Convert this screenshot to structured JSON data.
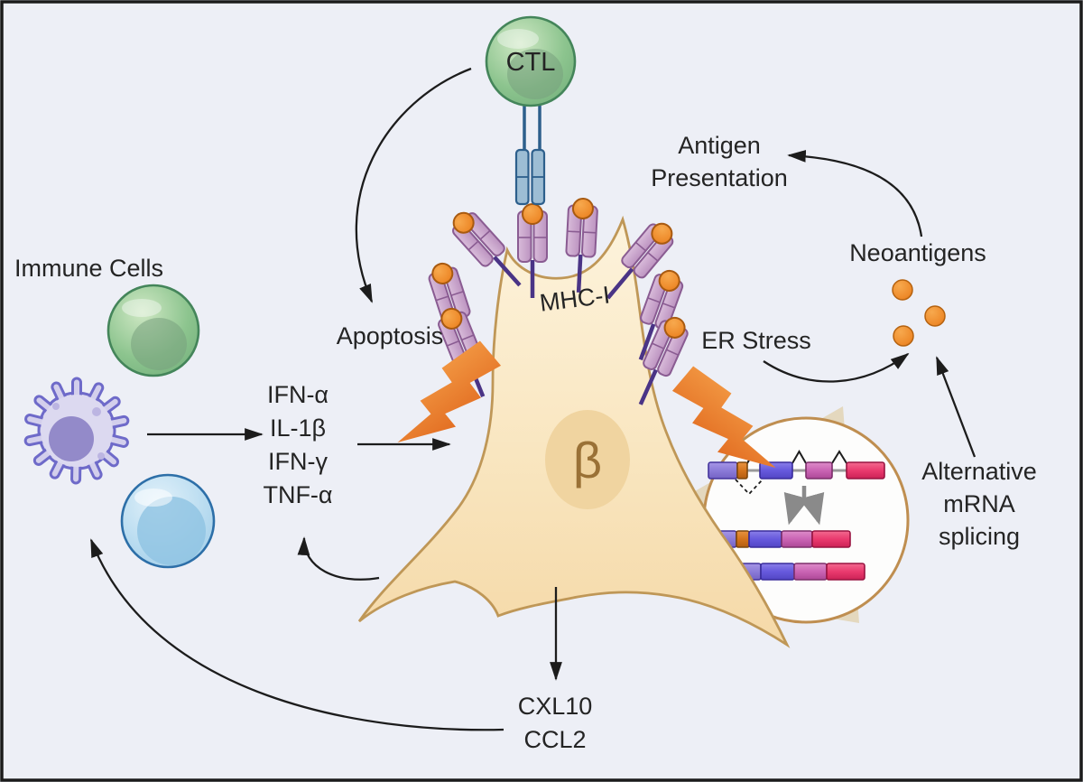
{
  "figure": {
    "background": "#edeff6",
    "frame_color": "#1b1b1b"
  },
  "labels": {
    "ctl": "CTL",
    "immune_cells": "Immune Cells",
    "apoptosis": "Apoptosis",
    "mhc1": "MHC-I",
    "er_stress": "ER Stress",
    "neoantigens": "Neoantigens",
    "antigen_presentation": [
      "Antigen",
      "Presentation"
    ],
    "alternative_splicing": [
      "Alternative",
      "mRNA",
      "splicing"
    ],
    "cytokines": [
      "IFN-α",
      "IL-1β",
      "IFN-γ",
      "TNF-α"
    ],
    "chemokines": [
      "CXL10",
      "CCL2"
    ],
    "beta_cell": "β"
  },
  "icons": {
    "ctl-cell-icon": "green lymphocyte sphere",
    "green-lymphocyte-icon": "green immune cell sphere",
    "macrophage-icon": "purple spiky antigen presenting cell",
    "blue-lymphocyte-icon": "blue immune cell sphere",
    "tcr-icon": "blue T-cell receptor",
    "mhc-i-complex-icon": "mauve MHC-I with orange peptide",
    "stress-bolt-icon": "orange lightning bolt",
    "neoantigen-dot-icon": "orange peptide dot",
    "splicing-inset-icon": "exon/intron splicing magnifier circle"
  },
  "colors": {
    "beta_cell_fill": "#f9e6c0",
    "beta_cell_membrane": "#bf9757",
    "nucleus_fill": "#f0d4a0",
    "mhc_mauve": "#c9a3cb",
    "mhc_stalk": "#4a3486",
    "peptide_orange": "#ee8a2a",
    "lightning_orange": "#e8701f",
    "ctl_green": "#8cc48e",
    "macrophage_purple": "#6e6ac9",
    "lymphocyte_blue": "#2d6fa8",
    "arrow_black": "#1c1c1c",
    "exon_purple": "#8b7bd8",
    "exon_orange": "#d4741c",
    "exon_blue": "#6659dd",
    "exon_magenta": "#ca64b4",
    "exon_pink": "#ea3a6e",
    "inset_ring": "#bf8e50"
  },
  "splicing_inset": {
    "pre_mrna_exon_count": 5,
    "mrna_variant_tracks": 2
  }
}
